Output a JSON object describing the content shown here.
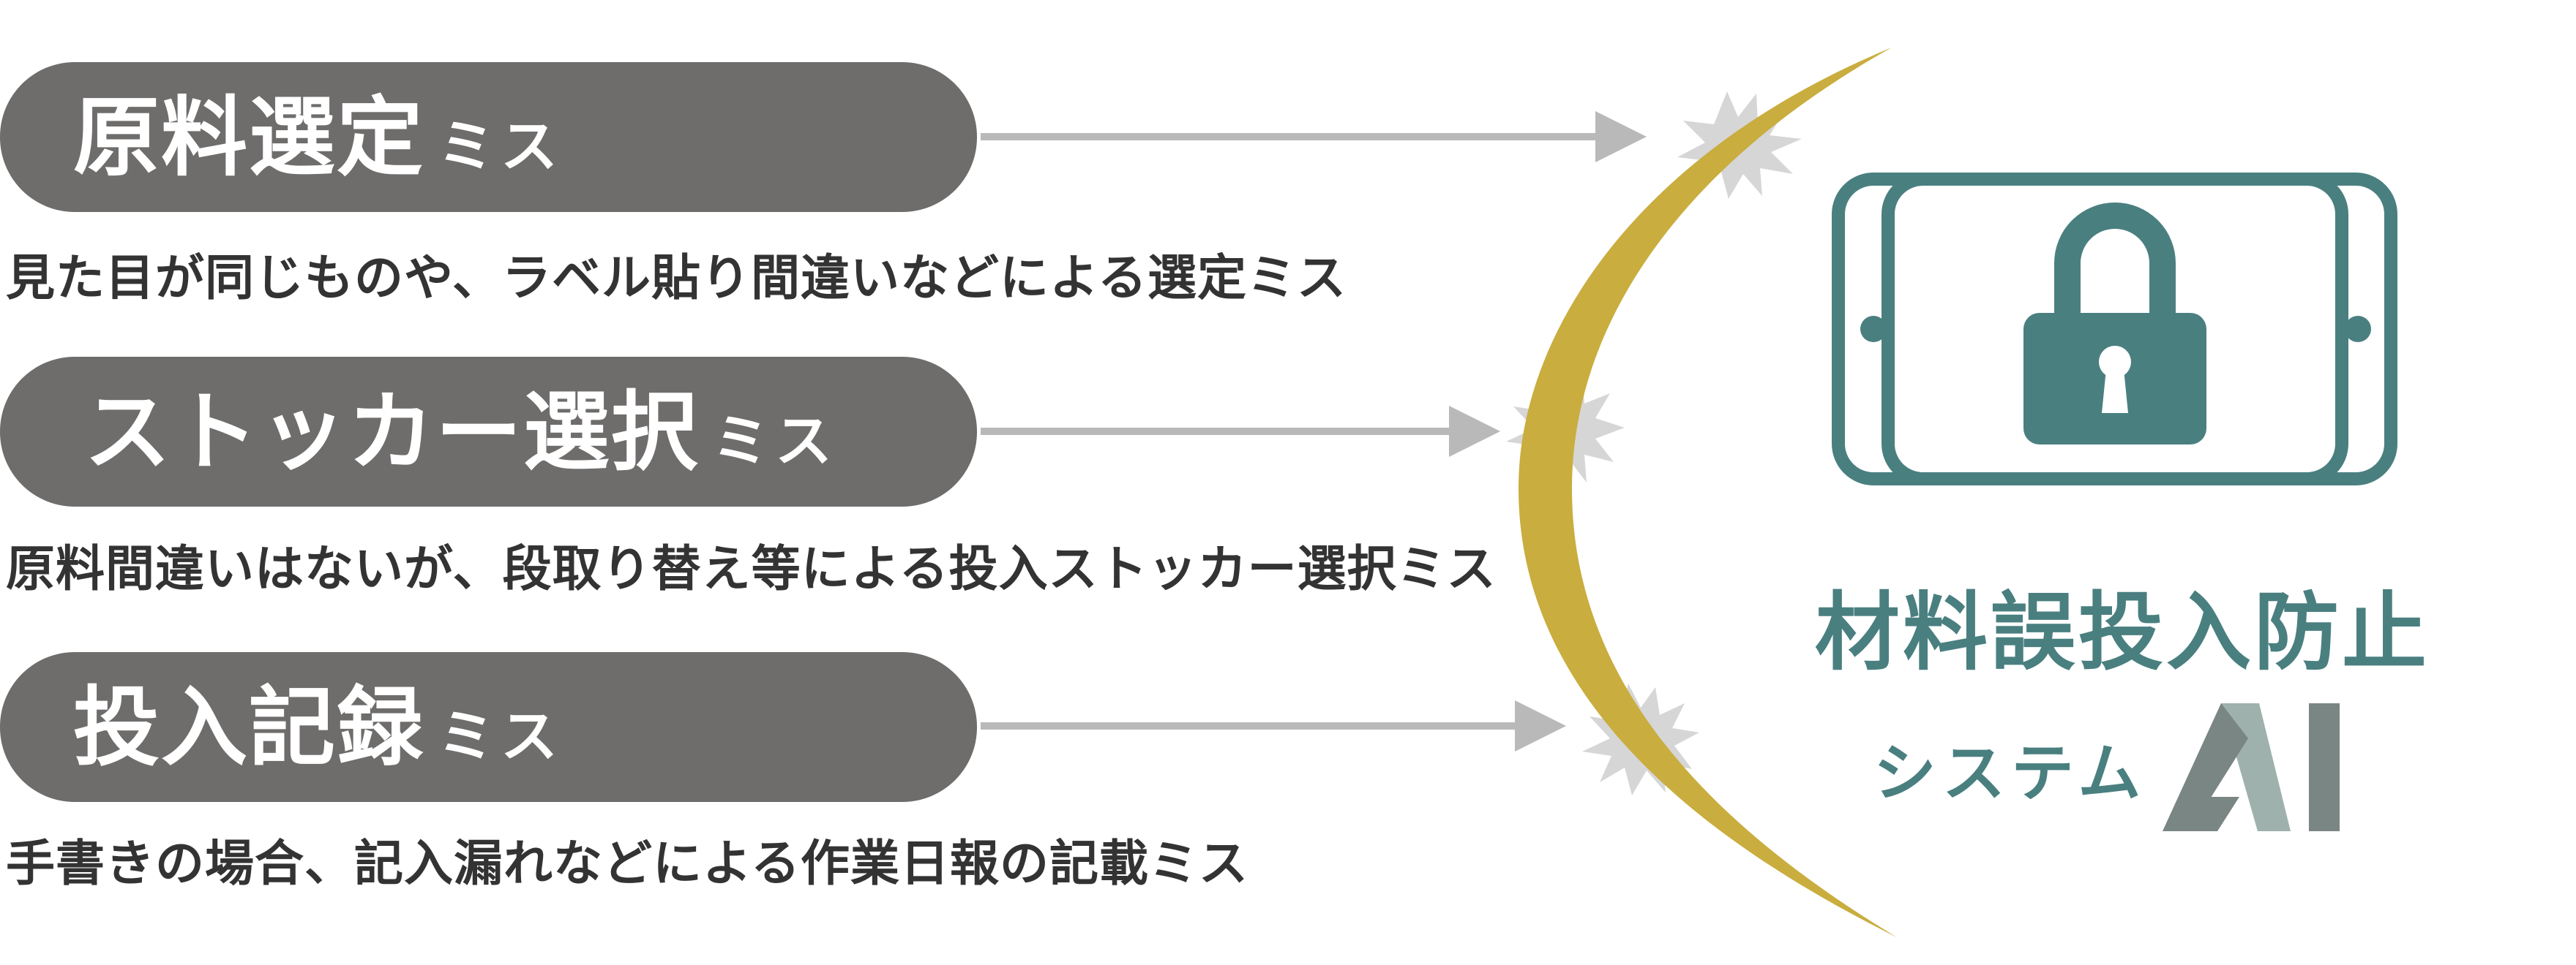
{
  "items": [
    {
      "main": "原料選定",
      "suffix": "ミス",
      "description": "見た目が同じものや、ラベル貼り間違いなどによる選定ミス"
    },
    {
      "main": "ストッカー選択",
      "suffix": "ミス",
      "description": "原料間違いはないが、段取り替え等による投入ストッカー選択ミス"
    },
    {
      "main": "投入記録",
      "suffix": "ミス",
      "description": "手書きの場合、記入漏れなどによる作業日報の記載ミス"
    }
  ],
  "system": {
    "title": "材料誤投入防止",
    "subtitle": "システム"
  },
  "colors": {
    "pill": "#6f6d6b",
    "accent_teal": "#4a7f80",
    "shield_gold": "#c9ad3e",
    "arrow": "#b9b9b9",
    "burst": "#d6d6d6",
    "logo_dark": "#7a8683",
    "logo_light": "#9fb1ac"
  },
  "icons": [
    "lock-icon",
    "phone-frame-icon",
    "ai-logo-icon",
    "impact-burst-icon",
    "arrow-right-icon"
  ]
}
